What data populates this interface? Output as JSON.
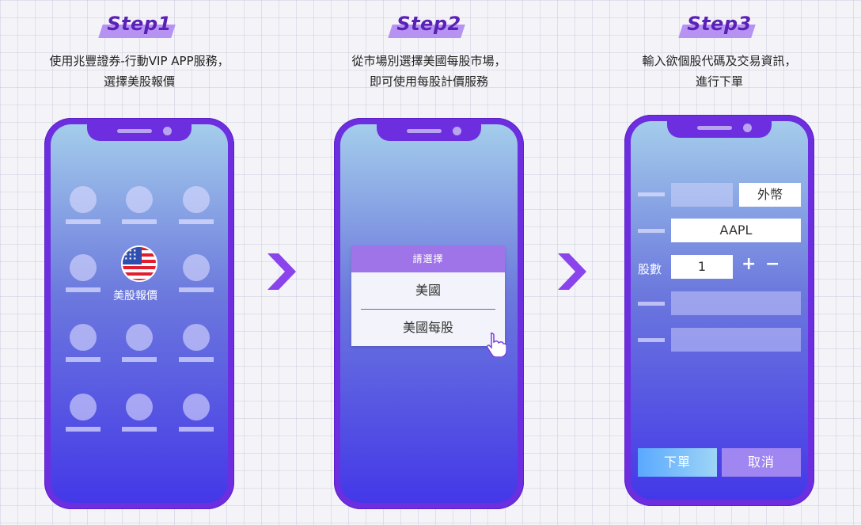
{
  "steps": [
    {
      "tag": "Step1",
      "desc_line1": "使用兆豐證券-行動VIP APP服務，",
      "desc_line2": "選擇美股報價"
    },
    {
      "tag": "Step2",
      "desc_line1": "從市場別選擇美國每股市場，",
      "desc_line2": "即可使用每股計價服務"
    },
    {
      "tag": "Step3",
      "desc_line1": "輸入欲個股代碼及交易資訊，",
      "desc_line2": "進行下單"
    }
  ],
  "phone1": {
    "us_stock_label": "美股報價"
  },
  "phone2": {
    "dialog_title": "請選擇",
    "options": [
      "美國",
      "美國每股"
    ]
  },
  "phone3": {
    "currency": "外幣",
    "symbol": "AAPL",
    "shares_label": "股數",
    "shares_value": "1",
    "plus": "+",
    "minus": "−",
    "order_button": "下單",
    "cancel_button": "取消"
  },
  "colors": {
    "phone_frame": "#6d2ee0",
    "accent": "#9f74e8",
    "step_text": "#5b21b6"
  },
  "icons": [
    "chevron-right-icon",
    "us-flag-icon",
    "pointer-hand-icon"
  ]
}
